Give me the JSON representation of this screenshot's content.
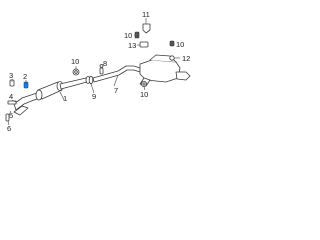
{
  "diagram": {
    "type": "exhaust system exploded parts diagram",
    "accent_color": "#1a7fd6",
    "callouts": [
      {
        "id": "c1",
        "text": "1"
      },
      {
        "id": "c2",
        "text": "2",
        "highlight": true
      },
      {
        "id": "c3",
        "text": "3"
      },
      {
        "id": "c4",
        "text": "4"
      },
      {
        "id": "c5",
        "text": "5"
      },
      {
        "id": "c6",
        "text": "6"
      },
      {
        "id": "c7",
        "text": "7"
      },
      {
        "id": "c8",
        "text": "8"
      },
      {
        "id": "c9",
        "text": "9"
      },
      {
        "id": "c10a",
        "text": "10"
      },
      {
        "id": "c10b",
        "text": "10"
      },
      {
        "id": "c10c",
        "text": "10"
      },
      {
        "id": "c11",
        "text": "11"
      },
      {
        "id": "c12",
        "text": "12"
      },
      {
        "id": "c13",
        "text": "13"
      }
    ]
  }
}
